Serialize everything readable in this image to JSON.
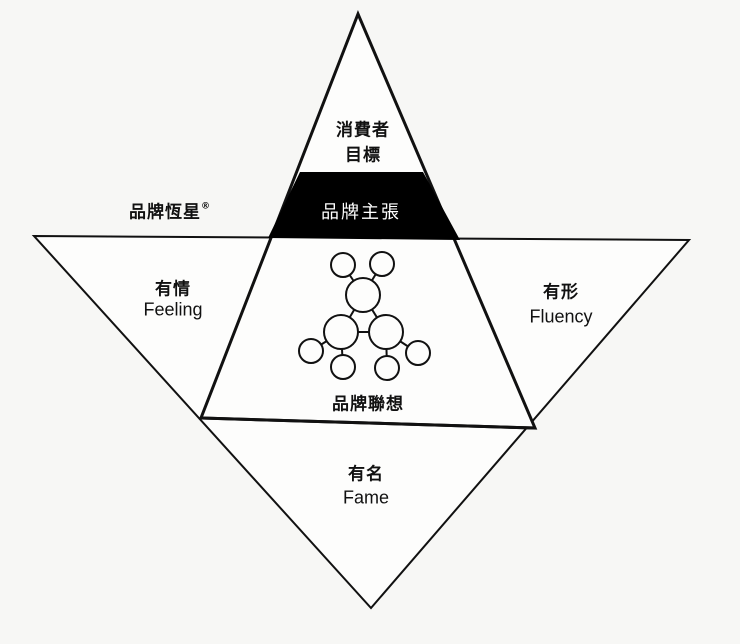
{
  "diagram": {
    "title": "品牌恆星",
    "title_mark": "®",
    "pyramid": {
      "top": {
        "line1": "消費者",
        "line2": "目標"
      },
      "band": {
        "label": "品牌主張",
        "fill": "#000000"
      },
      "middle": {
        "label": "品牌聯想",
        "icon": "association-network-icon"
      }
    },
    "inverted_triangle": {
      "left": {
        "zh": "有情",
        "en": "Feeling"
      },
      "right": {
        "zh": "有形",
        "en": "Fluency"
      },
      "bottom": {
        "zh": "有名",
        "en": "Fame"
      }
    },
    "colors": {
      "background": "#f7f7f5",
      "line": "#111111",
      "band": "#000000",
      "band_text": "#ffffff"
    }
  }
}
